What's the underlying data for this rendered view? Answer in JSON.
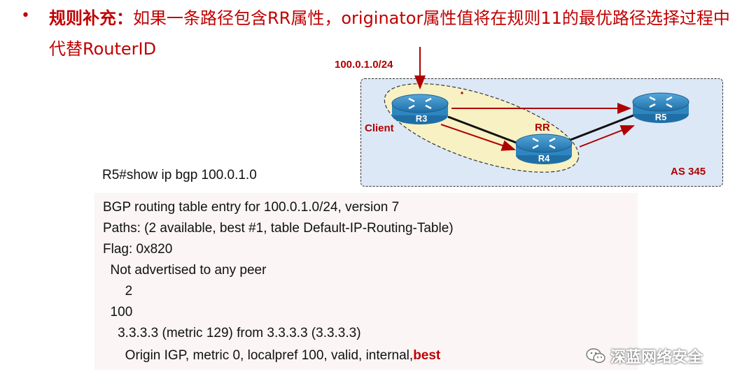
{
  "bullet": "•",
  "rule": {
    "label": "规则补充：",
    "text": "如果一条路径包含RR属性，originator属性值将在规则11的最优路径选择过程中代替RouterID"
  },
  "diagram": {
    "prefix": "100.0.1.0/24",
    "routers": {
      "r3": "R3",
      "r4": "R4",
      "r5": "R5"
    },
    "client_label": "Client",
    "rr_label": "RR",
    "as_label": "AS 345",
    "colors": {
      "router": "#2f86bf",
      "arrow": "#b00000",
      "ellipse": "#f7f1c4",
      "as_box": "#dde8f6"
    }
  },
  "command": "R5#show ip bgp 100.0.1.0",
  "output": {
    "lines": [
      "BGP routing table entry for 100.0.1.0/24, version 7",
      "Paths: (2 available, best #1, table Default-IP-Routing-Table)",
      "Flag: 0x820",
      "  Not advertised to any peer",
      "      2",
      "  100",
      "    3.3.3.3 (metric 129) from 3.3.3.3 (3.3.3.3)"
    ],
    "last_line_prefix": "      Origin IGP, metric 0, localpref 100, valid, internal,",
    "last_line_highlight": "best"
  },
  "watermark": {
    "icon": "wechat-icon",
    "text": "深蓝网络安全"
  }
}
